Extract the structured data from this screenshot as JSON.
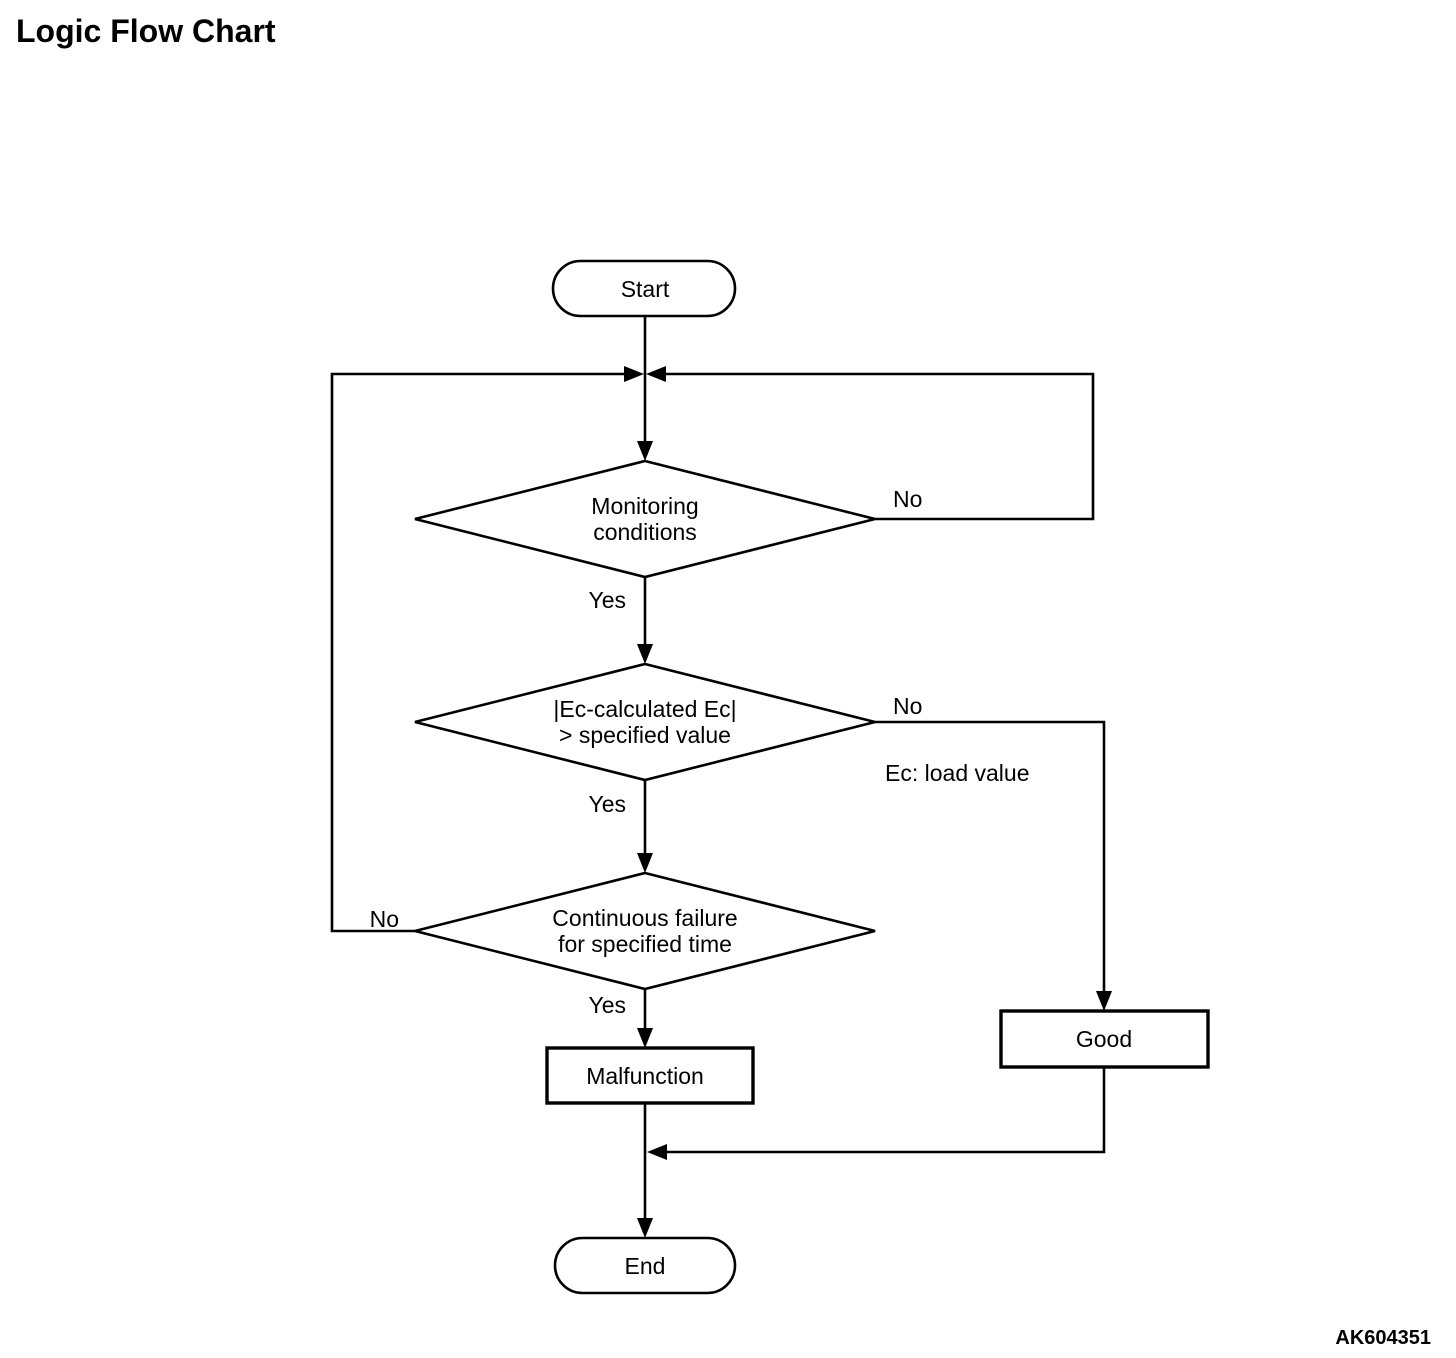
{
  "page": {
    "title": "Logic Flow Chart",
    "figure_id": "AK604351"
  },
  "flowchart": {
    "nodes": {
      "start": {
        "type": "terminator",
        "label": "Start"
      },
      "monitoring_conditions": {
        "type": "decision",
        "lines": [
          "Monitoring",
          "conditions"
        ]
      },
      "ec_comparison": {
        "type": "decision",
        "lines": [
          "|Ec-calculated Ec|",
          "> specified value"
        ]
      },
      "continuous_failure": {
        "type": "decision",
        "lines": [
          "Continuous failure",
          "for specified time"
        ]
      },
      "malfunction": {
        "type": "process",
        "label": "Malfunction"
      },
      "good": {
        "type": "process",
        "label": "Good"
      },
      "end": {
        "type": "terminator",
        "label": "End"
      }
    },
    "edges": {
      "monitoring_yes": {
        "label": "Yes"
      },
      "monitoring_no": {
        "label": "No"
      },
      "ec_yes": {
        "label": "Yes"
      },
      "ec_no": {
        "label": "No"
      },
      "continuous_yes": {
        "label": "Yes"
      },
      "continuous_no": {
        "label": "No"
      }
    },
    "annotation": {
      "ec_note": "Ec: load value"
    },
    "colors": {
      "line": "#000000",
      "text": "#000000",
      "background": "#ffffff"
    }
  }
}
